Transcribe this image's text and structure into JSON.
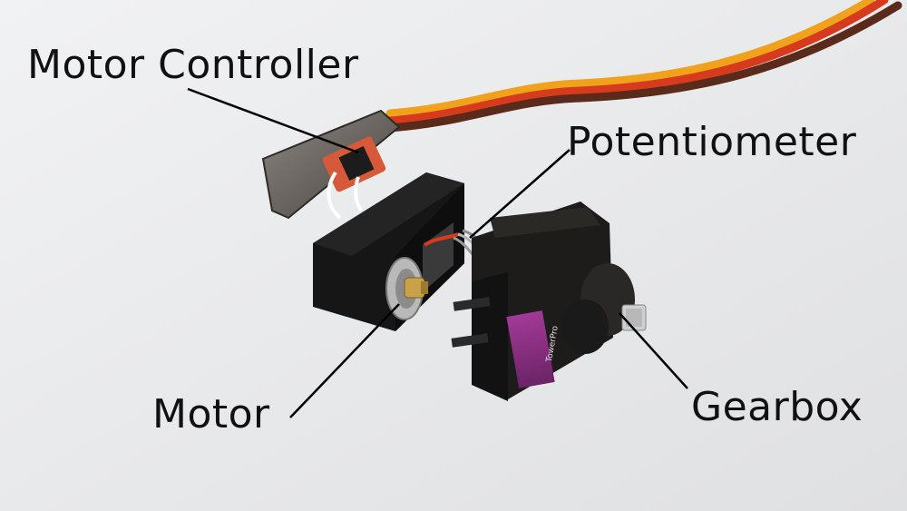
{
  "labels": {
    "motor_controller": "Motor Controller",
    "potentiometer": "Potentiometer",
    "motor": "Motor",
    "gearbox": "Gearbox"
  },
  "chip": {
    "brand": "TowerPro"
  },
  "colors": {
    "background": "#e9eaec",
    "case": "#161616",
    "wire_orange": "#f0a21c",
    "wire_red": "#d63b1e",
    "wire_brown": "#5a2a1a",
    "label_purple": "#8b2d82",
    "brass": "#c9a14a"
  }
}
